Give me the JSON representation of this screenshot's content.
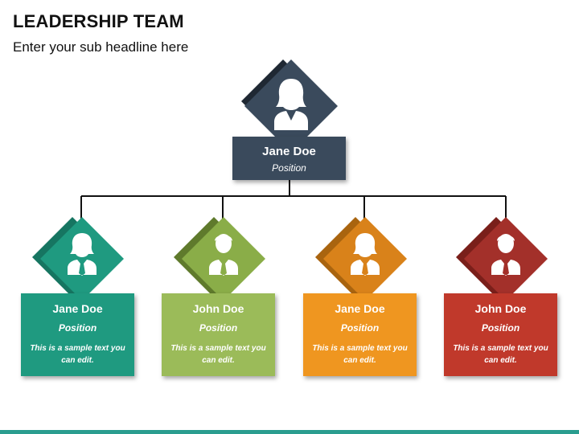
{
  "title": "LEADERSHIP TEAM",
  "subtitle": "Enter your sub headline here",
  "colors": {
    "top": "#3a4a5c",
    "teal": "#1f9a80",
    "green": "#8aad48",
    "orange": "#ef9620",
    "red": "#c0392b"
  },
  "top": {
    "name": "Jane Doe",
    "position": "Position",
    "icon": "female-user-icon"
  },
  "members": [
    {
      "name": "Jane Doe",
      "position": "Position",
      "desc": "This is a sample text you can edit.",
      "icon": "female-user-icon"
    },
    {
      "name": "John Doe",
      "position": "Position",
      "desc": "This is a sample text you can edit.",
      "icon": "male-user-icon"
    },
    {
      "name": "Jane Doe",
      "position": "Position",
      "desc": "This is a sample text you can edit.",
      "icon": "female-user-icon"
    },
    {
      "name": "John Doe",
      "position": "Position",
      "desc": "This is a sample text you can edit.",
      "icon": "male-user-icon"
    }
  ]
}
